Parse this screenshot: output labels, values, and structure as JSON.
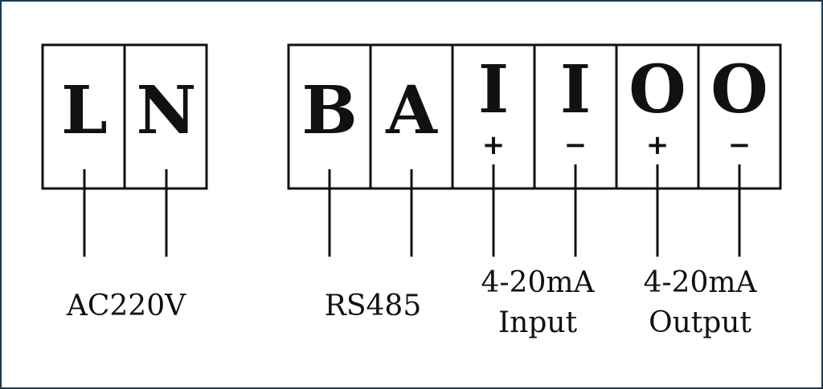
{
  "power_block": {
    "terminals": [
      {
        "letter": "L"
      },
      {
        "letter": "N"
      }
    ],
    "label": "AC220V"
  },
  "signal_block": {
    "terminals": [
      {
        "letter": "B",
        "sign": ""
      },
      {
        "letter": "A",
        "sign": ""
      },
      {
        "letter": "I",
        "sign": "+"
      },
      {
        "letter": "I",
        "sign": "−"
      },
      {
        "letter": "O",
        "sign": "+"
      },
      {
        "letter": "O",
        "sign": "−"
      }
    ],
    "labels": {
      "rs485": "RS485",
      "input_line1": "4-20mA",
      "input_line2": "Input",
      "output_line1": "4-20mA",
      "output_line2": "Output"
    }
  },
  "colors": {
    "border": "#1c3a52",
    "lines": "#111111"
  }
}
